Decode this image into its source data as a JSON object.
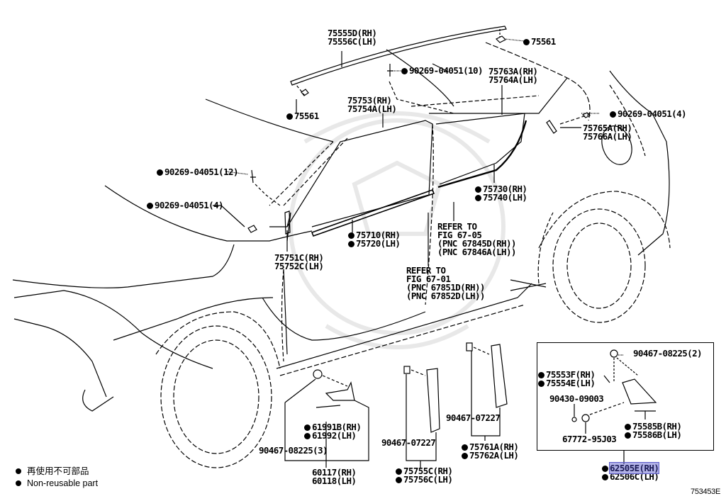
{
  "figure_id": "753453E",
  "legend": [
    {
      "symbol": "filled-circle",
      "text": "再使用不可部品"
    },
    {
      "symbol": "filled-circle",
      "text": "Non-reusable part"
    }
  ],
  "callouts": {
    "roof_rack_cover": {
      "lines": [
        "75555D(RH)",
        "75556C(LH)"
      ],
      "non_reusable": false
    },
    "clip_75561_rear": {
      "lines": [
        "75561"
      ],
      "non_reusable": true
    },
    "clip_75561_front": {
      "lines": [
        "75561"
      ],
      "non_reusable": true
    },
    "clip_90269_10": {
      "lines": [
        "90269-04051(10)"
      ],
      "non_reusable": true
    },
    "roof_side_moulding": {
      "lines": [
        "75763A(RH)",
        "75764A(LH)"
      ],
      "non_reusable": false
    },
    "front_door_frame_moulding": {
      "lines": [
        "75753(RH)",
        "75754A(LH)"
      ],
      "non_reusable": false
    },
    "clip_90269_4_rear": {
      "lines": [
        "90269-04051(4)"
      ],
      "non_reusable": true
    },
    "rear_corner_moulding": {
      "lines": [
        "75765A(RH)",
        "75766A(LH)"
      ],
      "non_reusable": false
    },
    "clip_90269_12": {
      "lines": [
        "90269-04051(12)"
      ],
      "non_reusable": true
    },
    "clip_90269_4_front": {
      "lines": [
        "90269-04051(4)"
      ],
      "non_reusable": true
    },
    "rear_door_belt_moulding": {
      "lines": [
        "75730(RH)",
        "75740(LH)"
      ],
      "non_reusable": true
    },
    "front_door_belt_moulding": {
      "lines": [
        "75710(RH)",
        "75720(LH)"
      ],
      "non_reusable": true
    },
    "refer_fig_67_05": {
      "lines": [
        "REFER TO",
        "FIG 67-05",
        "(PNC 67845D(RH))",
        "(PNC 67846A(LH))"
      ],
      "non_reusable": false
    },
    "windshield_moulding": {
      "lines": [
        "75751C(RH)",
        "75752C(LH)"
      ],
      "non_reusable": false
    },
    "refer_fig_67_01": {
      "lines": [
        "REFER TO",
        "FIG 67-01",
        "(PNC 67851D(RH))",
        "(PNC 67852D(LH))"
      ],
      "non_reusable": false
    },
    "clip_90467_08225_2": {
      "lines": [
        "90467-08225(2)"
      ],
      "non_reusable": false
    },
    "wing_tape": {
      "lines": [
        "75553F(RH)",
        "75554E(LH)"
      ],
      "non_reusable": true
    },
    "grommet_90430": {
      "lines": [
        "90430-09003"
      ],
      "non_reusable": false
    },
    "spoiler_tape": {
      "lines": [
        "75585B(RH)",
        "75586B(LH)"
      ],
      "non_reusable": true
    },
    "plug_67772": {
      "lines": [
        "67772-95J03"
      ],
      "non_reusable": false
    },
    "rear_spoiler_side": {
      "lines": [
        "62505E(RH)",
        "62506C(LH)"
      ],
      "non_reusable": true,
      "highlighted_line": 0
    },
    "clip_90467_07227_b": {
      "lines": [
        "90467-07227"
      ],
      "non_reusable": false
    },
    "clip_90467_07227_a": {
      "lines": [
        "90467-07227"
      ],
      "non_reusable": false
    },
    "rear_door_garnish": {
      "lines": [
        "75761A(RH)",
        "75762A(LH)"
      ],
      "non_reusable": true
    },
    "front_door_garnish": {
      "lines": [
        "75755C(RH)",
        "75756C(LH)"
      ],
      "non_reusable": true
    },
    "fender_tape": {
      "lines": [
        "61991B(RH)",
        "61992(LH)"
      ],
      "non_reusable": true
    },
    "clip_90467_08225_3": {
      "lines": [
        "90467-08225(3)"
      ],
      "non_reusable": false
    },
    "fender_liner": {
      "lines": [
        "60117(RH)",
        "60118(LH)"
      ],
      "non_reusable": false
    }
  }
}
